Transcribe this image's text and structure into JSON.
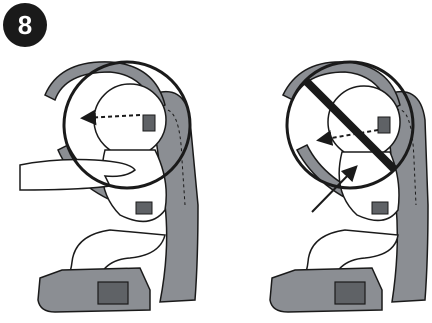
{
  "step": {
    "number": "8"
  },
  "colors": {
    "carrier": "#8b8e93",
    "carrier_dark": "#5f6266",
    "skin": "#ffffff",
    "outline": "#1a1a1a",
    "background": "#ffffff"
  },
  "panels": [
    {
      "id": "left",
      "status": "correct",
      "indicator": "dashed-arrow-left"
    },
    {
      "id": "right",
      "status": "incorrect",
      "indicator": "prohibition-circle"
    }
  ]
}
